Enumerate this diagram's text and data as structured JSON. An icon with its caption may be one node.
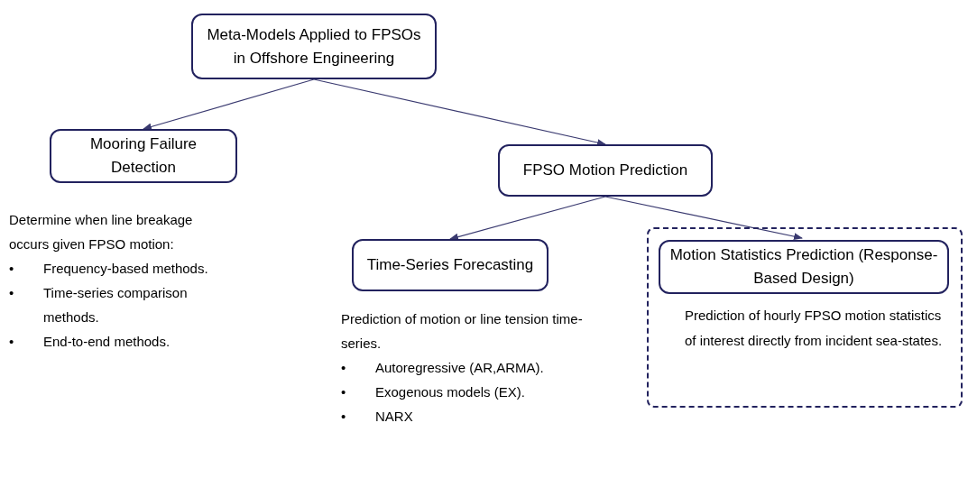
{
  "diagram": {
    "nodes": [
      {
        "text": [
          "Meta-Models Applied to FPSOs in Offshore Engineering"
        ]
      },
      {
        "text": [
          "Mooring Failure Detection"
        ],
        "beside": [
          "Determine when line breakage occurs given FPSO motion:",
          "•",
          "Frequency-based methods.",
          "•",
          "Time-series comparison methods.",
          "•",
          "End-to-end methods."
        ]
      },
      {
        "text": [
          "FPSO Motion Prediction"
        ]
      },
      {
        "text": [
          "Time-Series Forecasting"
        ],
        "beside": [
          "Prediction of motion or line tension time-series.",
          "•",
          "Autoregressive (AR,ARMA).",
          "•",
          "Exogenous models (EX).",
          "•",
          "NARX"
        ]
      },
      {
        "text": [
          "Prediction of hourly FPSO motion statistics of interest directly from incident sea-states."
        ]
      },
      {
        "text": [
          "Motion Statistics Prediction (Response-Based Design)"
        ],
        "in": 4
      }
    ],
    "edges": [
      {
        "from": 0,
        "to": 1,
        "arrow": "to"
      },
      {
        "from": 0,
        "to": 2,
        "arrow": "to"
      },
      {
        "from": 2,
        "to": 3,
        "arrow": "to"
      },
      {
        "from": 2,
        "to": 5,
        "arrow": "to"
      }
    ]
  }
}
